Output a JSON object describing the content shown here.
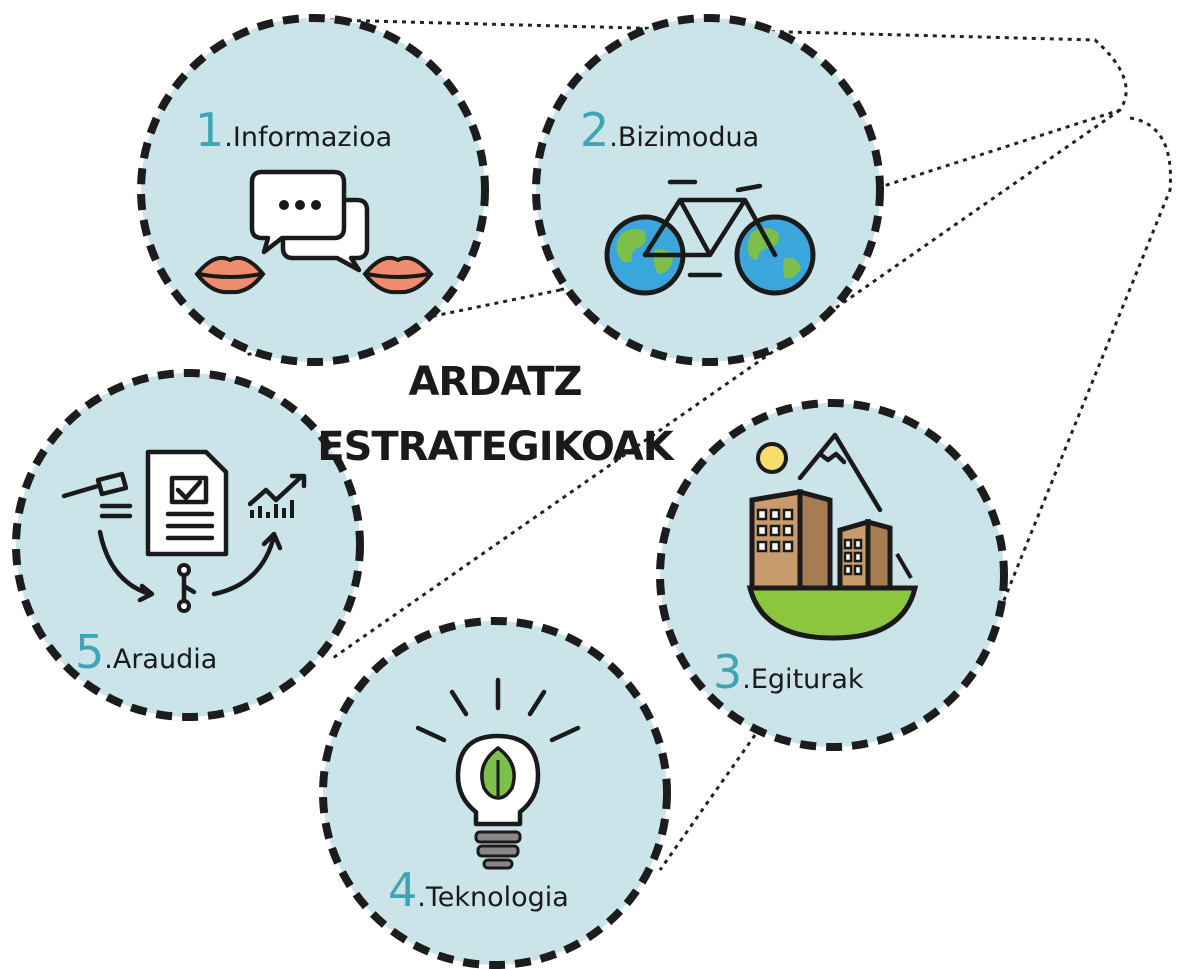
{
  "title": {
    "line1": "ARDATZ",
    "line2": "ESTRATEGIKOAK"
  },
  "axes": [
    {
      "number": "1",
      "label": ".Informazioa",
      "icon": "speech-bubbles-lips-icon"
    },
    {
      "number": "2",
      "label": ".Bizimodua",
      "icon": "bicycle-earth-wheels-icon"
    },
    {
      "number": "3",
      "label": ".Egiturak",
      "icon": "buildings-mountain-sun-icon"
    },
    {
      "number": "4",
      "label": ".Teknologia",
      "icon": "lightbulb-leaf-icon"
    },
    {
      "number": "5",
      "label": ".Araudia",
      "icon": "gavel-document-growth-icon"
    }
  ],
  "colors": {
    "circle_fill": "#cbe4ea",
    "number": "#3fa5b5",
    "outline": "#1c1c1c",
    "lips": "#f08c6e",
    "earth_ocean": "#3aa6db",
    "earth_land": "#7cbf4a",
    "building": "#c79b6b",
    "grass": "#8cc63f",
    "sun": "#f7dd6b"
  }
}
